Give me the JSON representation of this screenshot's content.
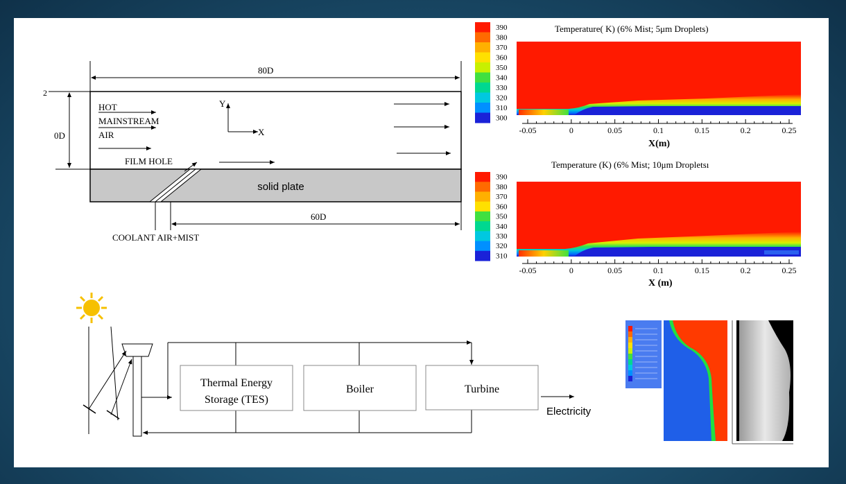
{
  "film_diagram": {
    "dim_top": "80D",
    "dim_bottom": "60D",
    "dim_left": "0D",
    "top_mark": "2",
    "hot_lines": [
      "HOT",
      "MAINSTREAM",
      "AIR"
    ],
    "axis_y": "Y",
    "axis_x": "X",
    "film_hole": "FILM HOLE",
    "plate": "solid plate",
    "coolant": "COOLANT AIR+MIST"
  },
  "contour_top": {
    "title": "Temperature( K) (6% Mist; 5μm Droplets)",
    "legend_values": [
      "390",
      "380",
      "370",
      "360",
      "350",
      "340",
      "330",
      "320",
      "310",
      "300"
    ],
    "x_ticks": [
      "-0.05",
      "0",
      "0.05",
      "0.1",
      "0.15",
      "0.2",
      "0.25"
    ],
    "x_label": "X(m)"
  },
  "contour_bottom": {
    "title": "Temperature (K) (6% Mist; 10μm Dropletsı",
    "legend_values": [
      "390",
      "380",
      "370",
      "360",
      "350",
      "340",
      "330",
      "320",
      "310"
    ],
    "x_ticks": [
      "-0.05",
      "0",
      "0.05",
      "0.1",
      "0.15",
      "0.2",
      "0.25"
    ],
    "x_label": "X (m)"
  },
  "solar_system": {
    "tes_line1": "Thermal Energy",
    "tes_line2": "Storage (TES)",
    "boiler": "Boiler",
    "turbine": "Turbine",
    "output": "Electricity"
  },
  "colors": {
    "contour_red": "#ff1a00",
    "contour_blue": "#1a22d8",
    "plate_gray": "#c8c8c8",
    "sun_yellow": "#f6c000"
  }
}
